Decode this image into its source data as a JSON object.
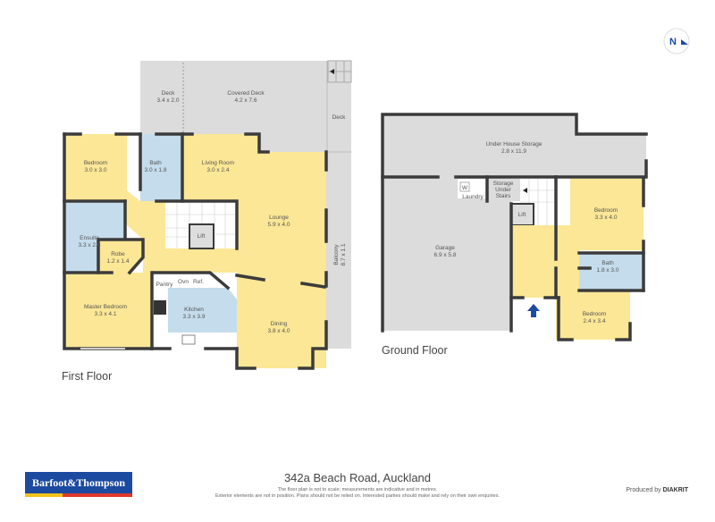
{
  "compass": {
    "label": "N"
  },
  "first_floor": {
    "title": "First Floor",
    "rooms": {
      "deck1": {
        "name": "Deck",
        "dims": "3.4 x 2.0"
      },
      "covered_deck": {
        "name": "Covered Deck",
        "dims": "4.2 x 7.6"
      },
      "deck2": {
        "name": "Deck"
      },
      "bedroom": {
        "name": "Bedroom",
        "dims": "3.0 x 3.0"
      },
      "bath": {
        "name": "Bath",
        "dims": "3.0 x 1.8"
      },
      "living": {
        "name": "Living Room",
        "dims": "3.0 x 2.4"
      },
      "lounge": {
        "name": "Lounge",
        "dims": "5.9 x 4.0"
      },
      "lift": {
        "name": "Lift"
      },
      "ensuite": {
        "name": "Ensuite",
        "dims": "3.3 x 2.8"
      },
      "robe": {
        "name": "Robe",
        "dims": "1.2 x 1.4"
      },
      "balcony": {
        "name": "Balcony",
        "dims": "8.7 x 1.1"
      },
      "pantry": {
        "name": "Pantry"
      },
      "oven": {
        "name": "Ovn"
      },
      "fridge": {
        "name": "Ref."
      },
      "master": {
        "name": "Master Bedroom",
        "dims": "3.3 x 4.1"
      },
      "kitchen": {
        "name": "Kitchen",
        "dims": "3.3 x 3.9"
      },
      "dining": {
        "name": "Dining",
        "dims": "3.8 x 4.0"
      }
    }
  },
  "ground_floor": {
    "title": "Ground Floor",
    "rooms": {
      "storage": {
        "name": "Under House Storage",
        "dims": "2.8 x 11.9"
      },
      "washer": {
        "name": "W"
      },
      "laundry": {
        "name": "Laundry"
      },
      "under_stairs": {
        "l1": "Storage",
        "l2": "Under",
        "l3": "Stairs"
      },
      "lift": {
        "name": "Lift"
      },
      "garage": {
        "name": "Garage",
        "dims": "6.9 x 5.8"
      },
      "bedroom1": {
        "name": "Bedroom",
        "dims": "3.3 x 4.0"
      },
      "bath": {
        "name": "Bath",
        "dims": "1.8 x 3.0"
      },
      "bedroom2": {
        "name": "Bedroom",
        "dims": "2.4 x 3.4"
      }
    },
    "entrance_icon": "entrance-arrow-up"
  },
  "footer": {
    "logo": "Barfoot&Thompson",
    "address": "342a Beach Road, Auckland",
    "disclaimer1": "The floor plan is not to scale; measurements are indicative and in metres.",
    "disclaimer2": "Exterior elements are not in position. Plans should not be relied on. Interested parties should make and rely on their own enquiries.",
    "produced_by": "Produced by",
    "producer": "DIAKRIT"
  },
  "colors": {
    "room": "#fbe795",
    "wet": "#c4dcec",
    "exterior": "#dcdcdc",
    "wall": "#3b3b3b",
    "arrow": "#1c4aa0"
  }
}
